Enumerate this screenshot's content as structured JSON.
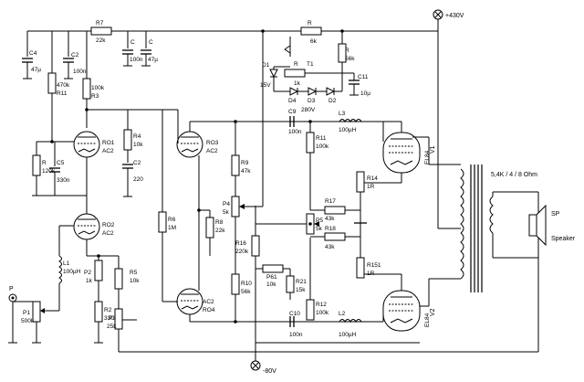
{
  "supply": {
    "hv": "+430V",
    "neg": "-80V"
  },
  "input": {
    "label": "P",
    "pot": "P1",
    "pot_value": "500k"
  },
  "tubes": {
    "ro1": {
      "name": "RO1",
      "type": "AC2"
    },
    "ro2": {
      "name": "RO2",
      "type": "AC2"
    },
    "ro3": {
      "name": "RO3",
      "type": "AC2"
    },
    "ro4": {
      "name": "AC2",
      "type": "RO4"
    },
    "v1": {
      "name": "V1",
      "type": "EL84"
    },
    "v2": {
      "name": "V2",
      "type": "EL84"
    }
  },
  "caps": {
    "c4": {
      "name": "C4",
      "value": "47µ"
    },
    "c2t": {
      "name": "C2",
      "value": "100n"
    },
    "c": {
      "name": "C",
      "value": "100n"
    },
    "c2": {
      "name": "C",
      "value": "47µ"
    },
    "c5": {
      "name": "C5",
      "value": "330n"
    },
    "c2b": {
      "name": "C2",
      "value": "220"
    },
    "c9": {
      "name": "C9",
      "value": "100n"
    },
    "c10": {
      "name": "C10",
      "value": "100n"
    },
    "c11": {
      "name": "C11",
      "value": "10µ"
    }
  },
  "resistors": {
    "r7": {
      "name": "R7",
      "value": "22k"
    },
    "r11": {
      "name": "R11",
      "value": "470k"
    },
    "r3": {
      "name": "R3",
      "value": "100k"
    },
    "r4": {
      "name": "R4",
      "value": "10k"
    },
    "rx": {
      "name": "R",
      "value": "120k"
    },
    "r6": {
      "name": "R6",
      "value": "1M"
    },
    "r9": {
      "name": "R9",
      "value": "47k"
    },
    "r8": {
      "name": "R8",
      "value": "22k"
    },
    "r16": {
      "name": "R16",
      "value": "220k"
    },
    "r10": {
      "name": "R10",
      "value": "56k"
    },
    "r21": {
      "name": "R21",
      "value": "15k"
    },
    "r11b": {
      "name": "R11",
      "value": "100k"
    },
    "r12": {
      "name": "R12",
      "value": "100k"
    },
    "r17": {
      "name": "R17",
      "value": "43k"
    },
    "r18": {
      "name": "R18",
      "value": "43k"
    },
    "r14": {
      "name": "R14",
      "value": "1R"
    },
    "r151": {
      "name": "R151",
      "value": "1R"
    },
    "r2": {
      "name": "R2",
      "value": "330"
    },
    "r5": {
      "name": "R5",
      "value": "10k"
    },
    "rt1": {
      "name": "R",
      "value": "6k"
    },
    "rt2": {
      "name": "R",
      "value": "56k"
    },
    "rt3": {
      "name": "R",
      "value": "1k"
    }
  },
  "pots": {
    "p2": {
      "name": "P2",
      "value": "1k"
    },
    "p3": {
      "name": "P3",
      "value": "25k"
    },
    "p4": {
      "name": "P4",
      "value": "5k"
    },
    "p5": {
      "name": "P5",
      "value": "5k"
    },
    "p61": {
      "name": "P61",
      "value": "10k"
    }
  },
  "inductors": {
    "l1": {
      "name": "L1",
      "value": "100µH"
    },
    "l2": {
      "name": "L2",
      "value": "100µH"
    },
    "l3": {
      "name": "L3",
      "value": "100µH"
    }
  },
  "diodes": {
    "d1": {
      "name": "D1",
      "value": "15V"
    },
    "d2": "D2",
    "d3": "D3",
    "d4": "D4",
    "zener": "280V"
  },
  "transistor": "T1",
  "transformer": {
    "impedance": "5,4K / 4 / 8 Ohm"
  },
  "speaker": {
    "sp": "SP",
    "label": "Speaker"
  }
}
